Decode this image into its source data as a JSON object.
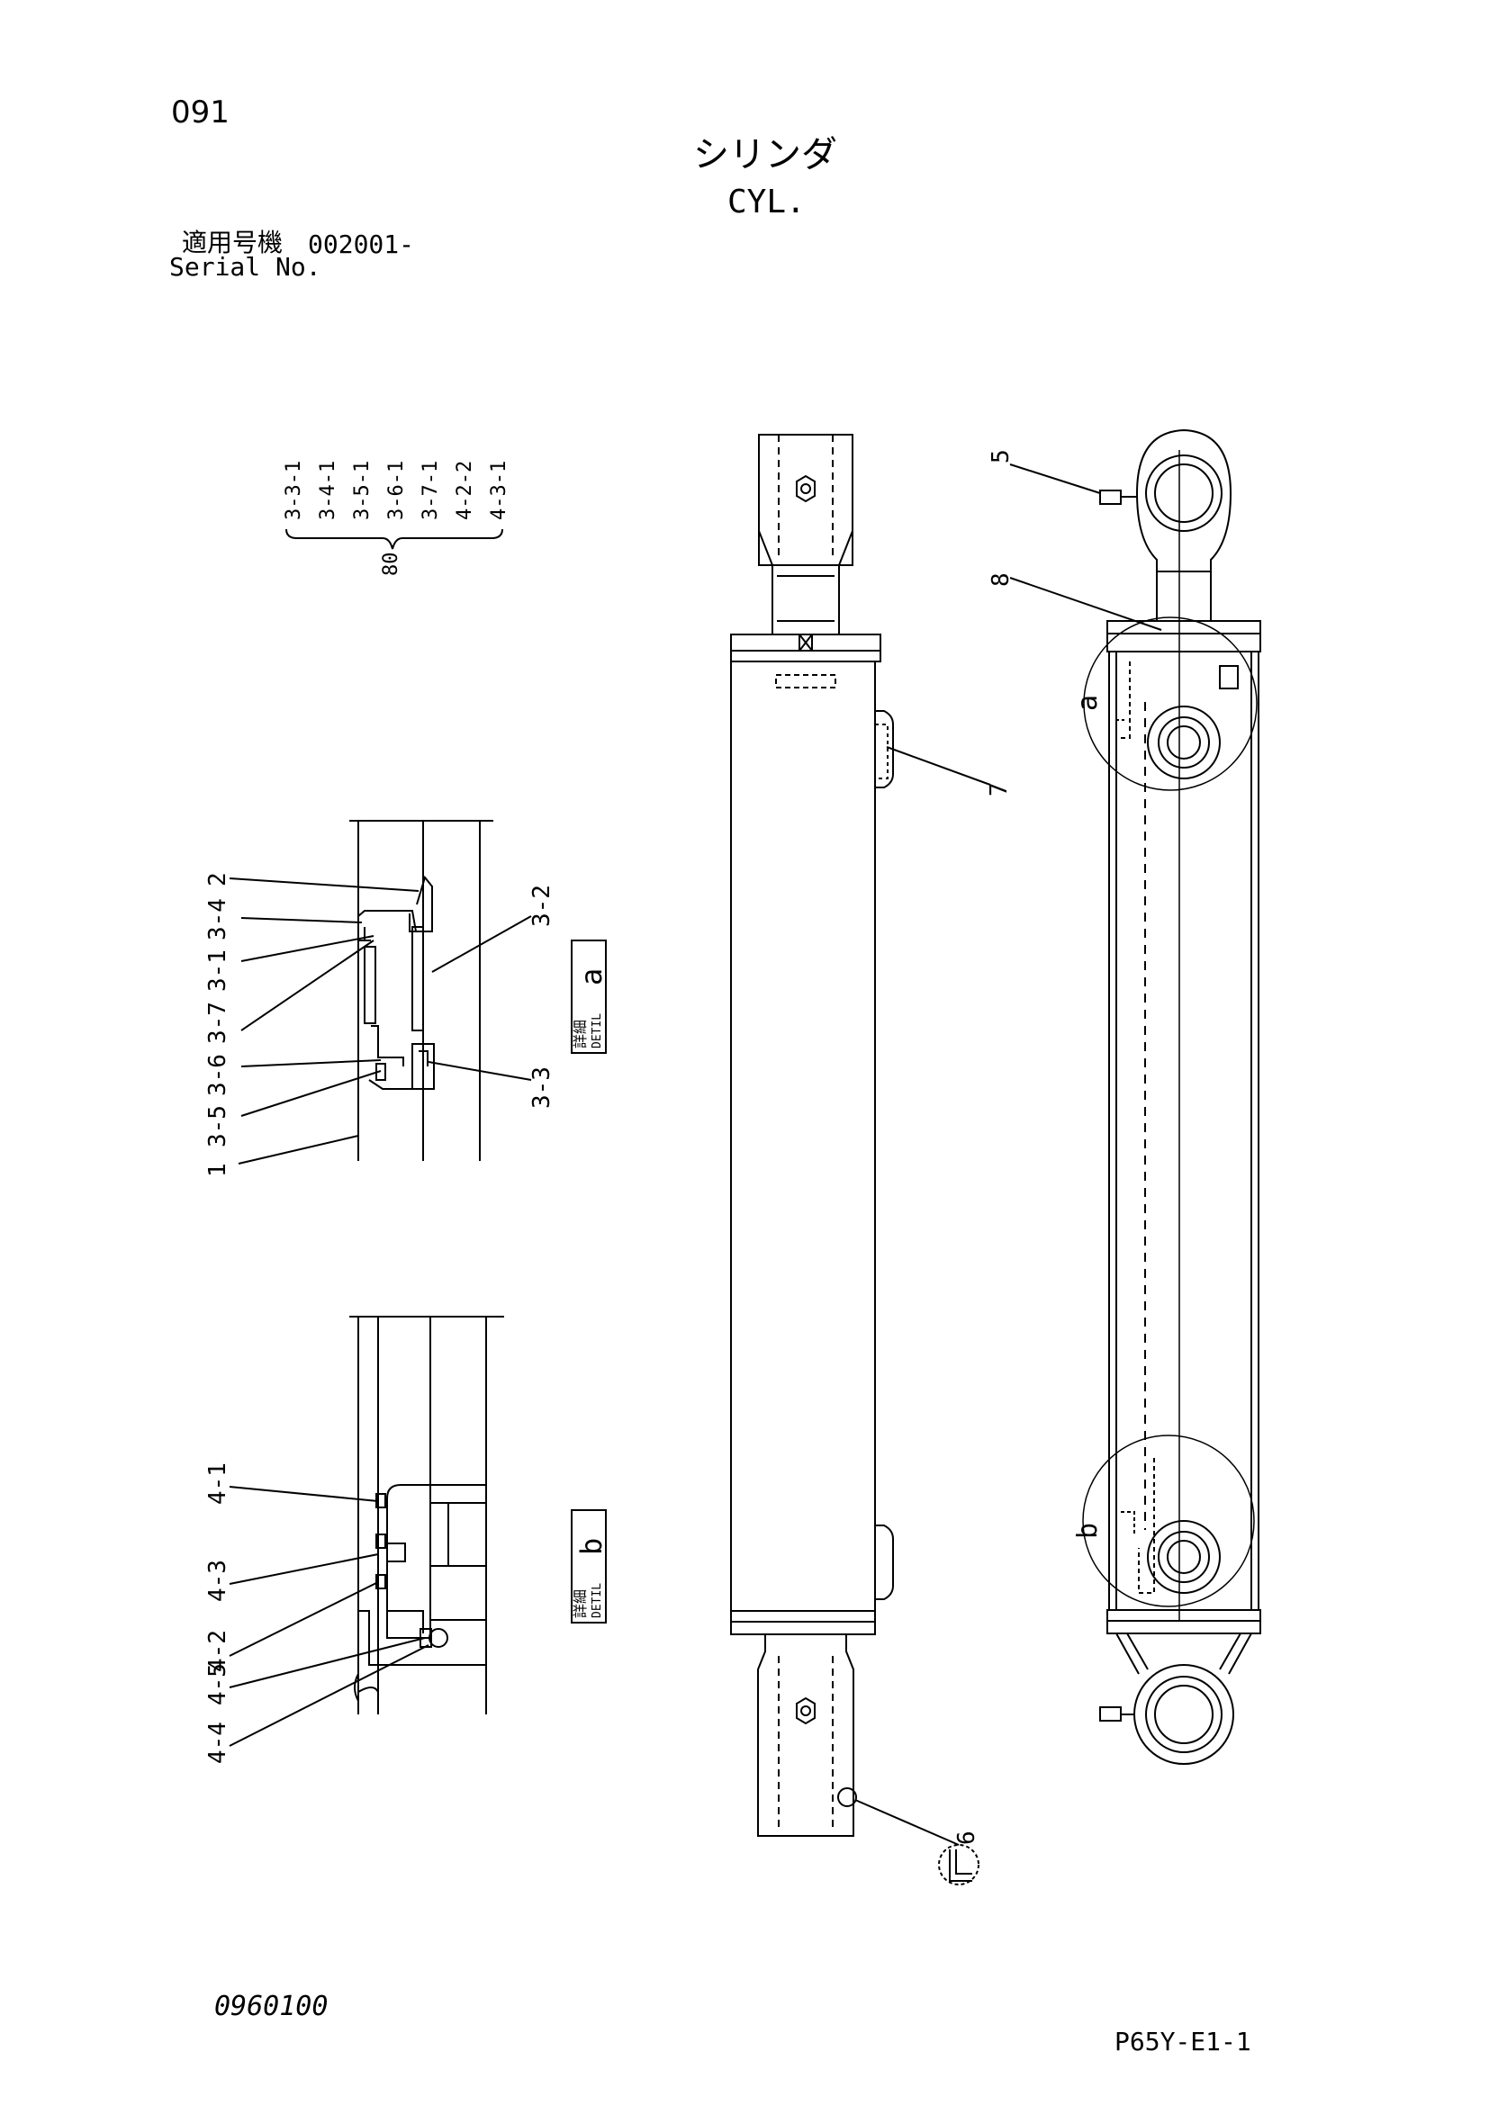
{
  "page_number": "091",
  "title_jp": "シリンダ",
  "title_en": "CYL.",
  "serial": {
    "label_jp": "適用号機",
    "value": "002001-",
    "label_en": "Serial No."
  },
  "kit": {
    "parts": [
      "3-3-1",
      "3-4-1",
      "3-5-1",
      "3-6-1",
      "3-7-1",
      "4-2-2",
      "4-3-1"
    ],
    "number": "80"
  },
  "detail_a": {
    "label_jp": "詳細",
    "label_en": "DETIL",
    "letter": "a",
    "callouts": [
      "2",
      "3-4",
      "3-1",
      "3-7",
      "3-6",
      "3-5",
      "1",
      "3-2",
      "3-3"
    ]
  },
  "detail_b": {
    "label_jp": "詳細",
    "label_en": "DETIL",
    "letter": "b",
    "callouts": [
      "4-1",
      "4-3",
      "4-2",
      "4-5",
      "4-4"
    ]
  },
  "main_callouts": [
    "5",
    "8",
    "a",
    "7",
    "b",
    "6"
  ],
  "doc_code": "0960100",
  "page_code": "P65Y-E1-1"
}
